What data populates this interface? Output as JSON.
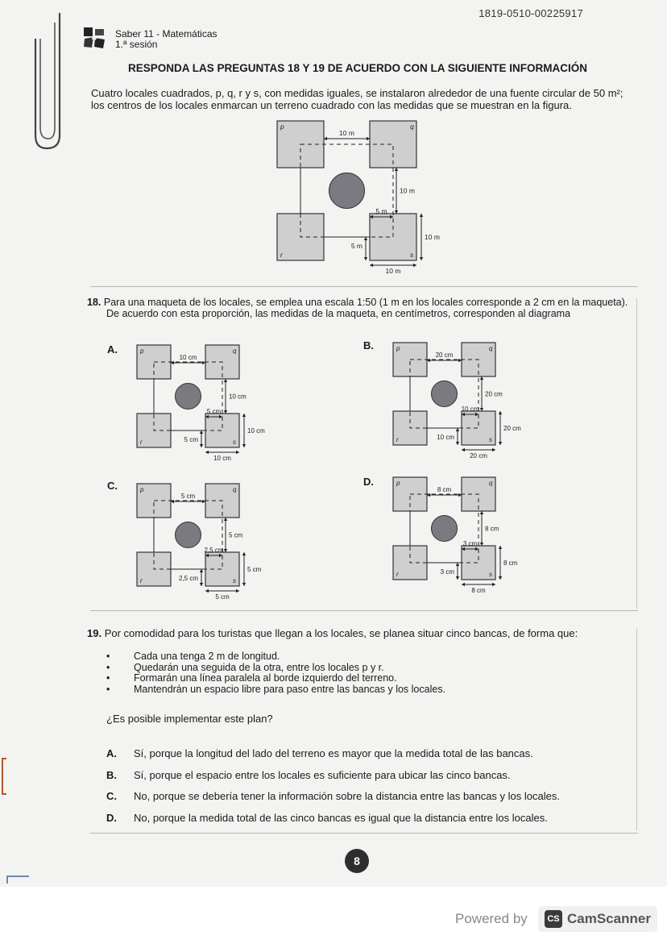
{
  "doc_id": "1819-0510-00225917",
  "header": {
    "title_line1": "Saber 11 - Matemáticas",
    "title_line2": "1.ª sesión"
  },
  "section_heading": "RESPONDA LAS PREGUNTAS 18 Y 19 DE ACUERDO CON LA SIGUIENTE INFORMACIÓN",
  "intro": "Cuatro locales cuadrados, p, q, r y s, con medidas iguales, se instalaron alrededor de una fuente circular de 50 m²; los centros de los locales enmarcan un terreno cuadrado con las medidas que se muestran en la figura.",
  "figure": {
    "locals": [
      "p",
      "q",
      "r",
      "s"
    ],
    "labels": {
      "top": "10 m",
      "right_inner": "10 m",
      "gap_h": "5 m",
      "gap_v": "5 m",
      "side": "10 m",
      "bottom": "10 m"
    }
  },
  "q18": {
    "number": "18.",
    "text_line1": "Para una maqueta de los locales, se emplea una escala 1:50 (1 m en los locales corresponde a 2 cm en la maqueta).",
    "text_line2": "De acuerdo con esta proporción, las medidas de la maqueta, en centímetros, corresponden al diagrama",
    "options": [
      {
        "letter": "A.",
        "top": "10 cm",
        "right_inner": "10 cm",
        "gap_h": "5 cm",
        "gap_v": "5 cm",
        "side": "10 cm",
        "bottom": "10 cm"
      },
      {
        "letter": "B.",
        "top": "20 cm",
        "right_inner": "20 cm",
        "gap_h": "10 cm",
        "gap_v": "10 cm",
        "side": "20 cm",
        "bottom": "20 cm"
      },
      {
        "letter": "C.",
        "top": "5 cm",
        "right_inner": "5 cm",
        "gap_h": "2,5 cm",
        "gap_v": "2,5 cm",
        "side": "5 cm",
        "bottom": "5 cm"
      },
      {
        "letter": "D.",
        "top": "8 cm",
        "right_inner": "8 cm",
        "gap_h": "3 cm",
        "gap_v": "3 cm",
        "side": "8 cm",
        "bottom": "8 cm"
      }
    ]
  },
  "q19": {
    "number": "19.",
    "text": "Por comodidad para los turistas que llegan a los locales, se planea situar cinco bancas, de forma que:",
    "bullets": [
      "Cada una tenga 2 m de longitud.",
      "Quedarán una seguida de la otra, entre los locales p y r.",
      "Formarán una línea paralela al borde izquierdo del terreno.",
      "Mantendrán un espacio libre para paso entre las bancas y los locales."
    ],
    "ask": "¿Es posible implementar este plan?",
    "answers": [
      {
        "letter": "A.",
        "text": "Sí, porque la longitud del lado del terreno es mayor que la medida total de las bancas."
      },
      {
        "letter": "B.",
        "text": "Sí, porque el espacio entre los locales es suficiente para ubicar las cinco bancas."
      },
      {
        "letter": "C.",
        "text": "No, porque se debería tener la información sobre la distancia entre las bancas y los locales."
      },
      {
        "letter": "D.",
        "text": "No, porque la medida total de las cinco bancas es igual que la distancia entre los locales."
      }
    ]
  },
  "page_number": "8",
  "footer": {
    "powered": "Powered by",
    "cs_icon": "CS",
    "brand": "CamScanner"
  }
}
